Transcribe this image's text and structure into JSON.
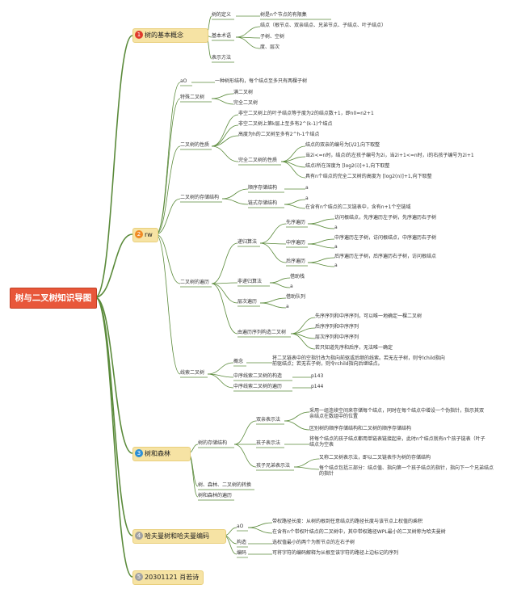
{
  "root": "树与二叉树知识导图",
  "colors": {
    "line": "#5a8a3a",
    "root_bg": "#e8573a",
    "branch_bg": "#f6e3a4",
    "n1": "#e0392b",
    "n2": "#f08a24",
    "n3": "#2c8fd6",
    "n4": "#a0a0a0",
    "n5": "#a0a0a0"
  },
  "b1": {
    "num": "1",
    "label": "树的基本概念",
    "def": "树的定义",
    "def_c": "树是n个节点的有限集",
    "basic": "基本术语",
    "basic_c1": "结点（根节点、双亲结点、兄弟节点、子结点、叶子结点）",
    "basic_c2": "子树、空树",
    "basic_c3": "度、层次",
    "repr": "表示方法"
  },
  "b2": {
    "num": "2",
    "label": "rw",
    "a0": "aO",
    "a0_c": "一种树形结构，每个结点至多只有两棵子树",
    "special": "特殊二叉树",
    "special_c1": "满二叉树",
    "special_c2": "完全二叉树",
    "props": "二叉树的性质",
    "props_c1": "非空二叉树上的叶子结点等于度为2的结点数+1，即n0=n2+1",
    "props_c2": "非空二叉树上第k层上至多有2^(k-1)个结点",
    "props_c3": "高度为h的二叉树至多有2^h-1个结点",
    "complete": "完全二叉树的性质",
    "complete_c1": "结点的双亲的编号为[i/2],向下取整",
    "complete_c2": "当2i<=n时，结点i的左孩子编号为2i，当2i+1<=n时，i的右孩子编号为2i+1",
    "complete_c3": "结点i所在深度为 [log2(i)]+1,向下取整",
    "complete_c4": "具有n个结点的完全二叉树的高度为 [log2(n)]+1,向下取整",
    "storage": "二叉树的存储结构",
    "storage_seq": "顺序存储结构",
    "storage_seq_c": "a",
    "storage_link": "链式存储结构",
    "storage_link_c1": "a",
    "storage_link_c2": "在含有n个结点的二叉链表中，含有n+1个空链域",
    "traversal": "二叉树的遍历",
    "recursive": "递归算法",
    "pre": "先序遍历",
    "pre_c": "访问根结点，先序遍历左子树，先序遍历右子树",
    "pre_a": "a",
    "in": "中序遍历",
    "in_c": "中序遍历左子树，访问根结点，中序遍历右子树",
    "in_a": "a",
    "post": "后序遍历",
    "post_c": "后序遍历左子树，后序遍历右子树，访问根结点",
    "post_a": "a",
    "nonrec": "非递归算法",
    "nonrec_c1": "借助栈",
    "nonrec_c2": "a",
    "level": "层次遍历",
    "level_c1": "借助队列",
    "level_c2": "a",
    "construct": "由遍历序列构造二叉树",
    "construct_c1": "先序序列和中序序列，可以唯一地确定一棵二叉树",
    "construct_c2": "后序序列和中序序列",
    "construct_c3": "层次序列和中序序列",
    "construct_c4": "若只知道先序和后序，无法唯一确定",
    "threaded": "线索二叉树",
    "concept": "概念",
    "concept_c": "将二叉链表中的空指针改为指向前驱或后继的线索。若无左子树，则令lchild指向前驱结点；若无右子树，则令rchild指向后继结点。",
    "th_build": "中序线索二叉树的构造",
    "th_build_c": "p143",
    "th_trav": "中序线索二叉树的遍历",
    "th_trav_c": "p144"
  },
  "b3": {
    "num": "3",
    "label": "树和森林",
    "storage": "树的存储结构",
    "parent": "双亲表示法",
    "parent_c1": "采用一组连续空间来存储每个结点，同时在每个结点中增设一个伪指针，指示其双亲结点在数组中的位置",
    "parent_c2": "区别树的顺序存储结构和二叉树的顺序存储结构",
    "child": "孩子表示法",
    "child_c": "将每个结点的孩子结点都用单链表链接起来，此时n个结点就有n个孩子链表（叶子结点为空表",
    "sibling": "孩子兄弟表示法",
    "sibling_c1": "又称二叉树表示法，即以二叉链表作为树的存储结构",
    "sibling_c2": "每个结点包括三部分：结点值、指向第一个孩子结点的指针，指向下一个兄弟结点的指针",
    "convert": "树、森林、二叉树的转换",
    "trav": "树和森林的遍历"
  },
  "b4": {
    "num": "4",
    "label": "哈夫曼树和哈夫曼编码",
    "a0": "aO",
    "a0_c1": "带权路径长度：从树的根到任意结点的路径长度与该节点上权值的乘积",
    "a0_c2": "在含有n个带权叶结点的二叉树中，其中带权路径WPL最小的二叉树称为哈夫曼树",
    "build": "构造",
    "build_c": "选权值最小的两个为新节点的左右子树",
    "code": "编码",
    "code_c": "可将字符的编码解释为从根至该字符的路径上边标记的序列"
  },
  "b5": {
    "num": "5",
    "label": "20301121 肖若诗"
  }
}
